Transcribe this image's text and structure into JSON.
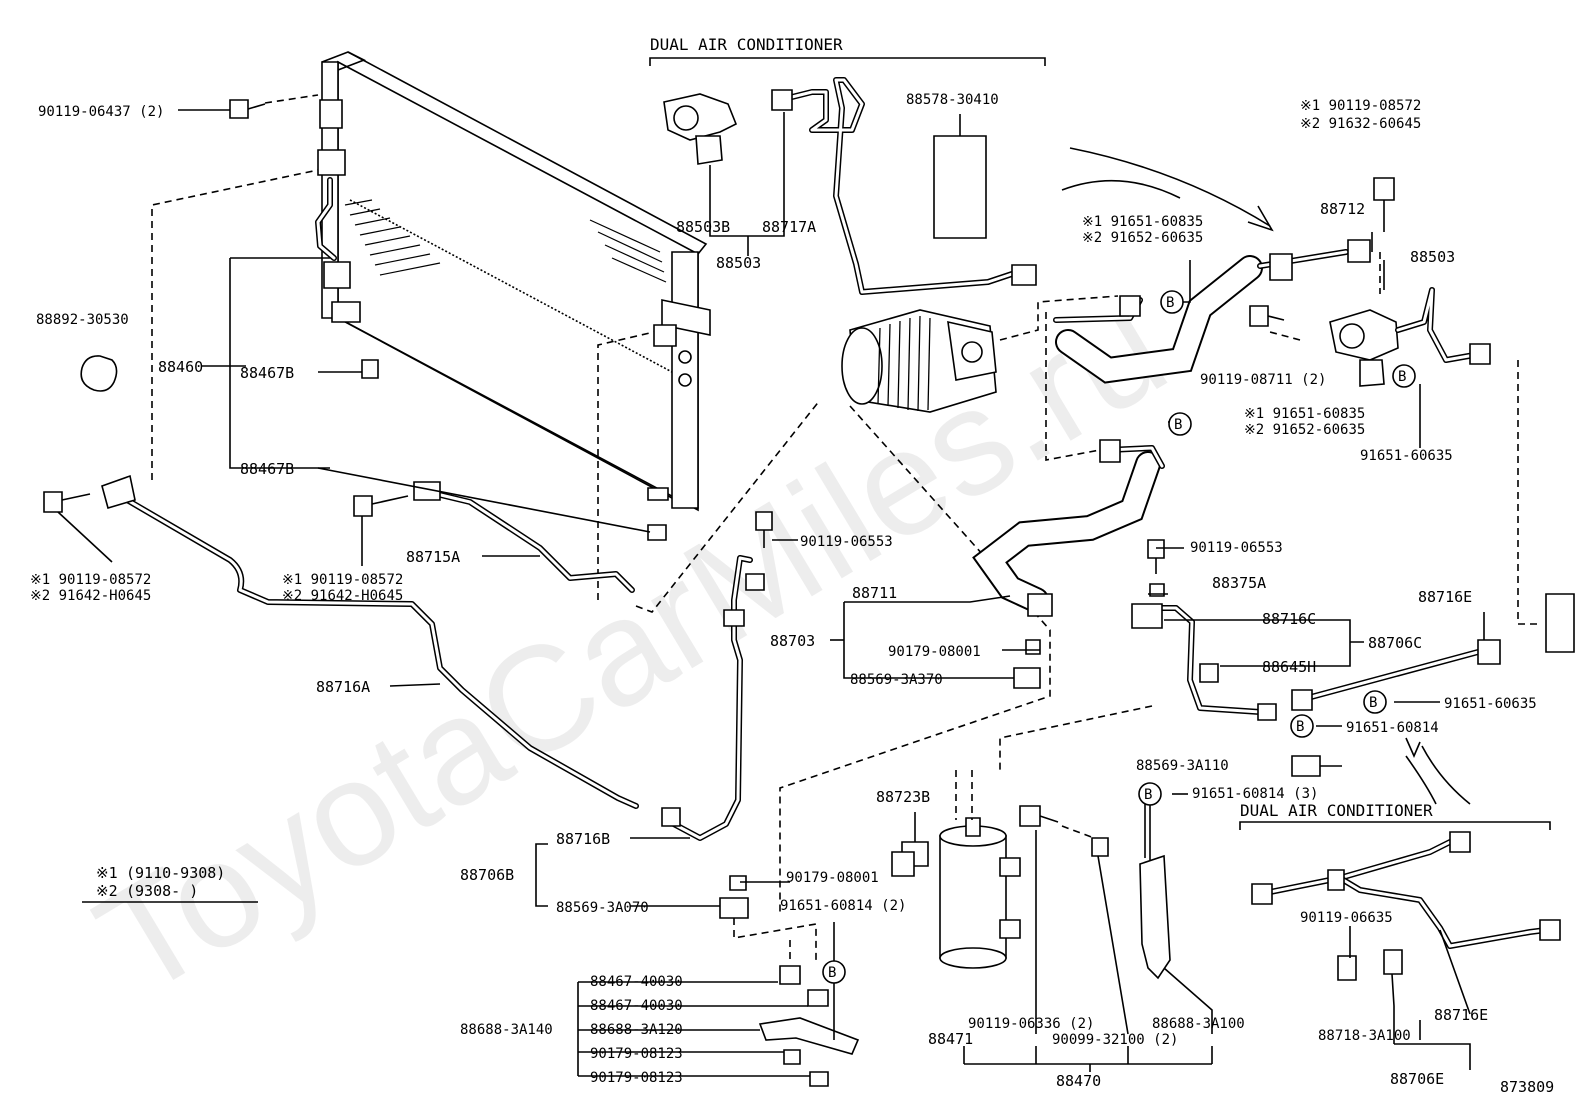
{
  "watermark": "ToyotaCarMiles.ru",
  "figure_number": "873809",
  "headings": {
    "dual_top": "DUAL AIR CONDITIONER",
    "dual_right": "DUAL AIR CONDITIONER"
  },
  "legend": {
    "row1_mark": "※1",
    "row1_text": "(9110-9308)",
    "row2_mark": "※2",
    "row2_text": "(9308-      )"
  },
  "labels": {
    "p90119_06437": "90119-06437 (2)",
    "p88892_30530": "88892-30530",
    "p88460": "88460",
    "p88467b_a": "88467B",
    "p88467b_b": "88467B",
    "p_l1a": "※1 90119-08572",
    "p_l1b": "※2 91642-H0645",
    "p_l2a": "※1 90119-08572",
    "p_l2b": "※2 91642-H0645",
    "p88715a": "88715A",
    "p88716a": "88716A",
    "p88503b": "88503B",
    "p88717a": "88717A",
    "p88503_top": "88503",
    "p88578_30410": "88578-30410",
    "p90119_06553_a": "90119-06553",
    "p88711": "88711",
    "p88703": "88703",
    "p90179_08001_a": "90179-08001",
    "p88569_3a370": "88569-3A370",
    "p88716b": "88716B",
    "p88706b": "88706B",
    "p88569_3a070": "88569-3A070",
    "p90179_08001_b": "90179-08001",
    "p91651_60814_2": "91651-60814 (2)",
    "p88723b": "88723B",
    "p88467_40030_a": "88467-40030",
    "p88467_40030_b": "88467-40030",
    "p88688_3a140": "88688-3A140",
    "p88688_3a120": "88688-3A120",
    "p90179_08123_a": "90179-08123",
    "p90179_08123_b": "90179-08123",
    "p88471": "88471",
    "p90119_06336": "90119-06336 (2)",
    "p90099_32100": "90099-32100 (2)",
    "p88688_3a100": "88688-3A100",
    "p88470": "88470",
    "p_r1a": "※1 91651-60835",
    "p_r1b": "※2 91652-60635",
    "p88712": "88712",
    "p_r2a": "※1 90119-08572",
    "p_r2b": "※2 91632-60645",
    "p88503_right": "88503",
    "p90119_08711": "90119-08711 (2)",
    "p_r3a": "※1 91651-60835",
    "p_r3b": "※2 91652-60635",
    "p91651_60635_a": "91651-60635",
    "p90119_06553_b": "90119-06553",
    "p88375a": "88375A",
    "p88716c": "88716C",
    "p88706c": "88706C",
    "p88645h": "88645H",
    "p88716e_top": "88716E",
    "p91651_60635_b": "91651-60635",
    "p91651_60814_a": "91651-60814",
    "p88569_3a110": "88569-3A110",
    "p91651_60814_3": "91651-60814 (3)",
    "p90119_06635": "90119-06635",
    "p88716e_bot": "88716E",
    "p88718_3a100": "88718-3A100",
    "p88706e": "88706E"
  },
  "markers": {
    "b": "B"
  }
}
